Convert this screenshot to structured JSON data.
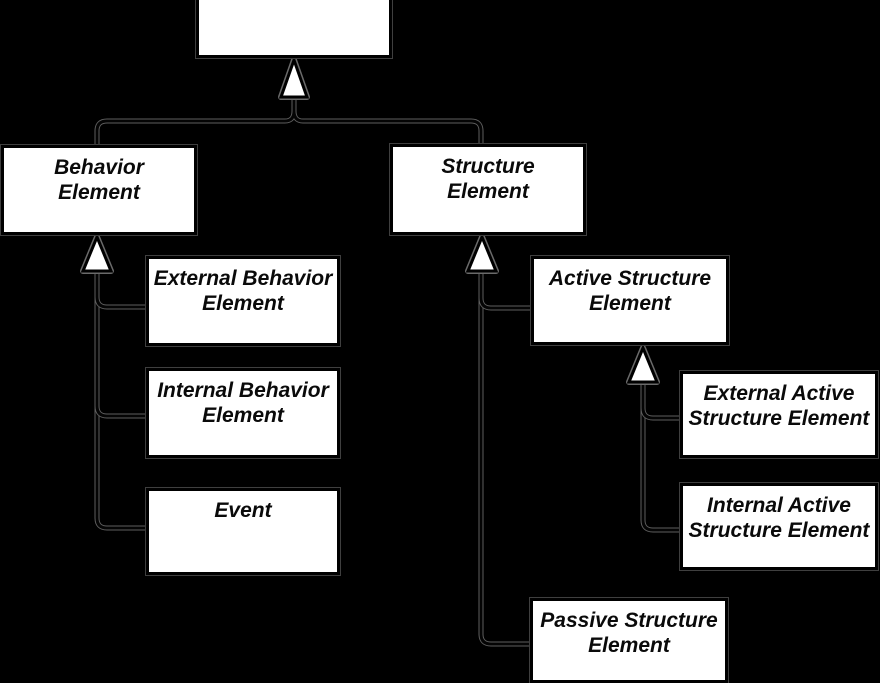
{
  "diagram": {
    "kind": "generalization-hierarchy",
    "background_color": "#000000",
    "node_fill_color": "#ffffff",
    "node_border_color": "#000000",
    "text_color": "#000000",
    "nodes": {
      "root": {
        "label": ""
      },
      "behavior_element": {
        "label": "Behavior\nElement"
      },
      "structure_element": {
        "label": "Structure\nElement"
      },
      "external_behavior_element": {
        "label": "External Behavior\nElement"
      },
      "internal_behavior_element": {
        "label": "Internal Behavior\nElement"
      },
      "event": {
        "label": "Event"
      },
      "active_structure_element": {
        "label": "Active Structure\nElement"
      },
      "external_active_structure_element": {
        "label": "External Active\nStructure Element"
      },
      "internal_active_structure_element": {
        "label": "Internal Active\nStructure Element"
      },
      "passive_structure_element": {
        "label": "Passive Structure\nElement"
      }
    },
    "relationships": [
      {
        "type": "generalization",
        "child": "behavior_element",
        "parent": "root"
      },
      {
        "type": "generalization",
        "child": "structure_element",
        "parent": "root"
      },
      {
        "type": "generalization",
        "child": "external_behavior_element",
        "parent": "behavior_element"
      },
      {
        "type": "generalization",
        "child": "internal_behavior_element",
        "parent": "behavior_element"
      },
      {
        "type": "generalization",
        "child": "event",
        "parent": "behavior_element"
      },
      {
        "type": "generalization",
        "child": "active_structure_element",
        "parent": "structure_element"
      },
      {
        "type": "generalization",
        "child": "passive_structure_element",
        "parent": "structure_element"
      },
      {
        "type": "generalization",
        "child": "external_active_structure_element",
        "parent": "active_structure_element"
      },
      {
        "type": "generalization",
        "child": "internal_active_structure_element",
        "parent": "active_structure_element"
      }
    ]
  }
}
